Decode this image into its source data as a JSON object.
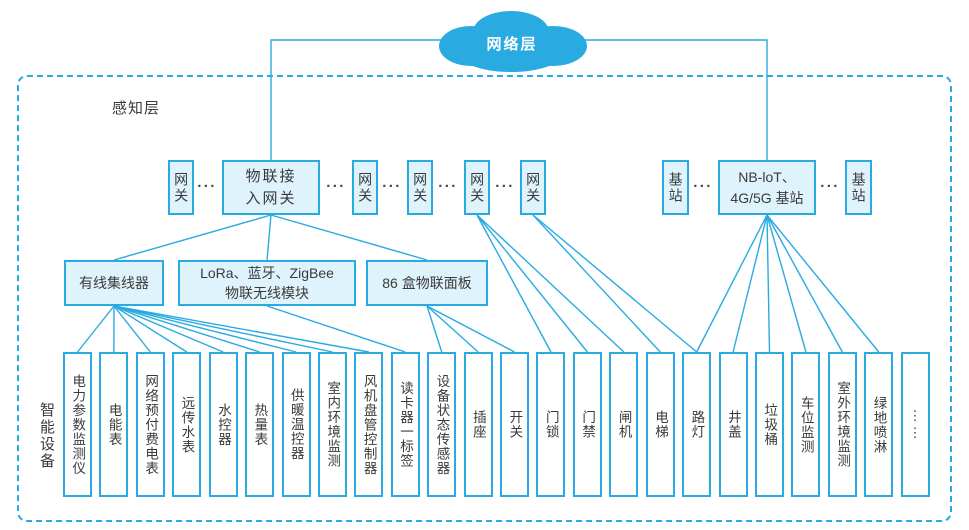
{
  "colors": {
    "accent": "#29ABE2",
    "box_fill": "#DFF3FC",
    "text": "#3A3A3A",
    "dots": "#444444"
  },
  "cloud": {
    "label": "网络层"
  },
  "labels": {
    "perception": "感知层",
    "smart_devices": "智能设备"
  },
  "dots": "···",
  "row_gateways": {
    "gw_label": "网关",
    "iot_line1": "物联接",
    "iot_line2": "入网关",
    "station_label": "基站",
    "nb_line1": "NB-loT、",
    "nb_line2": "4G/5G 基站"
  },
  "row_hubs": {
    "wired_hub": "有线集线器",
    "lora_line1": "LoRa、蓝牙、ZigBee",
    "lora_line2": "物联无线模块",
    "panel_86": "86 盒物联面板"
  },
  "devices": [
    "电力参数监测仪",
    "电能表",
    "网络预付费电表",
    "远传水表",
    "水控器",
    "热量表",
    "供暖温控器",
    "室内环境监测",
    "风机盘管控制器",
    "读卡器一标签",
    "设备状态传感器",
    "插座",
    "开关",
    "门锁",
    "门禁",
    "闸机",
    "电梯",
    "路灯",
    "井盖",
    "垃圾桶",
    "车位监测",
    "室外环境监测",
    "绿地喷淋",
    "⋮⋮"
  ],
  "connections": [
    {
      "from": "cloud",
      "to": "iot-gateway",
      "type": "elbow"
    },
    {
      "from": "cloud",
      "to": "nb-station",
      "type": "elbow"
    },
    {
      "from": "iot-gateway",
      "to": "wired-hub"
    },
    {
      "from": "iot-gateway",
      "to": "wireless-module"
    },
    {
      "from": "iot-gateway",
      "to": "panel-86"
    },
    {
      "from": "wired-hub",
      "to": "dev-0"
    },
    {
      "from": "wired-hub",
      "to": "dev-1"
    },
    {
      "from": "wired-hub",
      "to": "dev-2"
    },
    {
      "from": "wired-hub",
      "to": "dev-3"
    },
    {
      "from": "wired-hub",
      "to": "dev-4"
    },
    {
      "from": "wired-hub",
      "to": "dev-5"
    },
    {
      "from": "wired-hub",
      "to": "dev-6"
    },
    {
      "from": "wired-hub",
      "to": "dev-7"
    },
    {
      "from": "wired-hub",
      "to": "dev-8"
    },
    {
      "from": "wireless-module",
      "to": "dev-9"
    },
    {
      "from": "panel-86",
      "to": "dev-10"
    },
    {
      "from": "panel-86",
      "to": "dev-11"
    },
    {
      "from": "panel-86",
      "to": "dev-12"
    },
    {
      "from": "gateway-4",
      "to": "dev-13"
    },
    {
      "from": "gateway-4",
      "to": "dev-14"
    },
    {
      "from": "gateway-4",
      "to": "dev-15"
    },
    {
      "from": "gateway-5",
      "to": "dev-16"
    },
    {
      "from": "gateway-5",
      "to": "dev-17"
    },
    {
      "from": "nb-station",
      "to": "dev-17"
    },
    {
      "from": "nb-station",
      "to": "dev-18"
    },
    {
      "from": "nb-station",
      "to": "dev-19"
    },
    {
      "from": "nb-station",
      "to": "dev-20"
    },
    {
      "from": "nb-station",
      "to": "dev-21"
    },
    {
      "from": "nb-station",
      "to": "dev-22"
    }
  ]
}
